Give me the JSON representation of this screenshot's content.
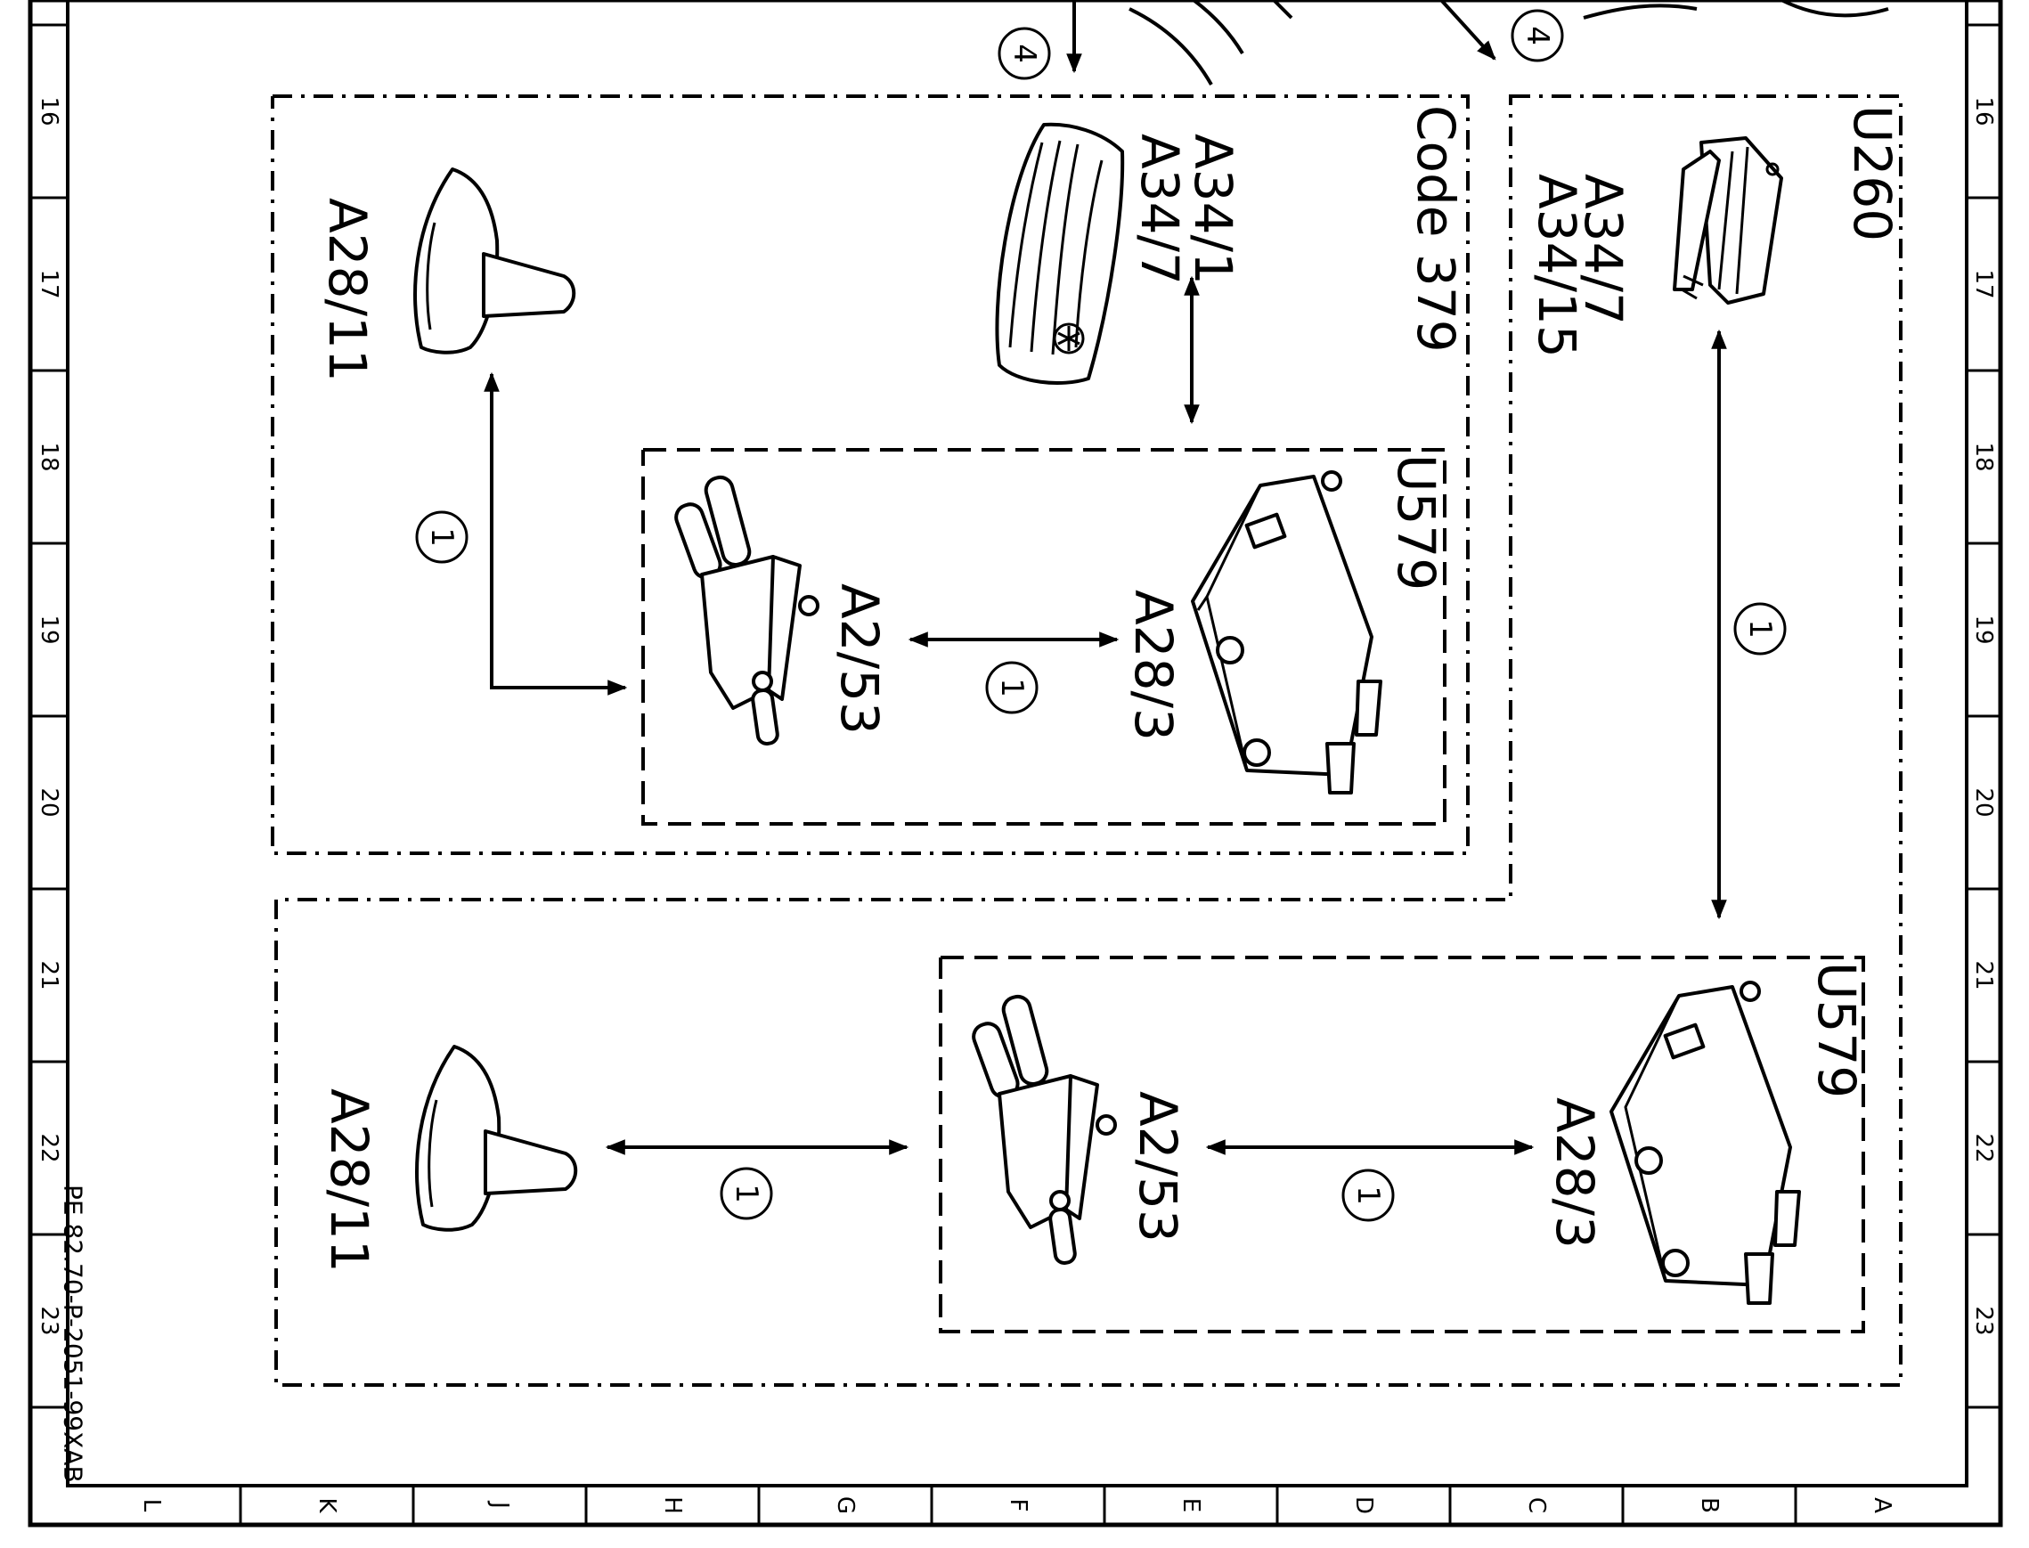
{
  "document_number": "PE 82.70-P-2051-99XAB",
  "row_labels": [
    "16",
    "17",
    "18",
    "19",
    "20",
    "21",
    "22",
    "23"
  ],
  "column_labels": [
    "L",
    "K",
    "J",
    "H",
    "G",
    "F",
    "E",
    "D",
    "C",
    "B",
    "A"
  ],
  "groups": {
    "code_379": "Code 379",
    "u260": "U260",
    "u579_top": "U579",
    "u579_bottom": "U579"
  },
  "components": {
    "a28_11_top": "A28/11",
    "a34_1": "A34/1",
    "a34_7_top": "A34/7",
    "a2_53_top": "A2/53",
    "a28_3_top": "A28/3",
    "a34_7_right": "A34/7",
    "a34_15": "A34/15",
    "a28_11_bottom": "A28/11",
    "a2_53_bottom": "A2/53",
    "a28_3_bottom": "A28/3"
  },
  "connection_numbers": {
    "n4_left": "4",
    "n4_right": "4",
    "n1_a28_11_to_a2_53": "1",
    "n1_a2_53_a28_3_top": "1",
    "n1_u260_vertical": "1",
    "n1_a28_11_a2_53_bottom": "1",
    "n1_a2_53_a28_3_bottom": "1"
  }
}
